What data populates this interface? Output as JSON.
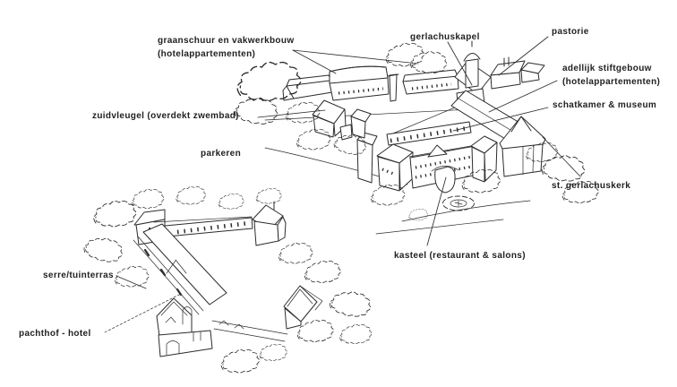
{
  "colors": {
    "ink": "#2c2c2c",
    "paper": "#ffffff",
    "label_text": "#1f1f1f"
  },
  "labels": {
    "graanschuur": {
      "line1": "graanschuur en vakwerkbouw",
      "line2": "(hotelappartementen)"
    },
    "gerlachuskapel": {
      "text": "gerlachuskapel"
    },
    "pastorie": {
      "text": "pastorie"
    },
    "stiftgebouw": {
      "line1": "adellijk stiftgebouw",
      "line2": "(hotelappartementen)"
    },
    "schatkamer": {
      "text": "schatkamer & museum"
    },
    "zuidvleugel": {
      "text": "zuidvleugel (overdekt zwembad)"
    },
    "parkeren": {
      "text": "parkeren"
    },
    "kerk": {
      "text": "st. gerlachuskerk"
    },
    "kasteel": {
      "text": "kasteel (restaurant & salons)"
    },
    "serre": {
      "text": "serre/tuinterras"
    },
    "pachthof": {
      "text": "pachthof - hotel"
    }
  }
}
